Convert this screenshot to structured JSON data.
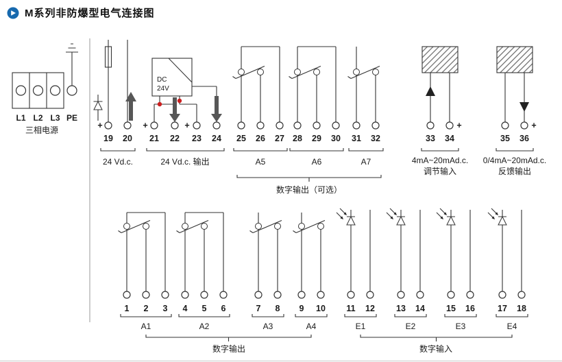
{
  "title": "M系列非防爆型电气连接图",
  "symbols": {
    "plus": "+"
  },
  "power": {
    "terminals": [
      "L1",
      "L2",
      "L3",
      "PE"
    ],
    "caption": "三相电源"
  },
  "dc_box": {
    "line1": "DC",
    "line2": "24V"
  },
  "top_row": {
    "terminals": [
      "19",
      "20",
      "21",
      "22",
      "23",
      "24",
      "25",
      "26",
      "27",
      "28",
      "29",
      "30",
      "31",
      "32",
      "33",
      "34",
      "35",
      "36"
    ],
    "groups": [
      {
        "label": "24 Vd.c."
      },
      {
        "label": "24 Vd.c. 输出"
      },
      {
        "label": "A5"
      },
      {
        "label": "A6"
      },
      {
        "label": "A7"
      },
      {
        "label": "4mA~20mAd.c.",
        "sublabel": "调节输入"
      },
      {
        "label": "0/4mA~20mAd.c.",
        "sublabel": "反馈输出"
      }
    ]
  },
  "bottom_row": {
    "terminals": [
      "1",
      "2",
      "3",
      "4",
      "5",
      "6",
      "7",
      "8",
      "9",
      "10",
      "11",
      "12",
      "13",
      "14",
      "15",
      "16",
      "17",
      "18"
    ],
    "groups": [
      "A1",
      "A2",
      "A3",
      "A4",
      "E1",
      "E2",
      "E3",
      "E4"
    ]
  },
  "section_labels": {
    "optional_output": "数字输出（可选）",
    "digital_output": "数字输出",
    "digital_input": "数字输入"
  },
  "colors": {
    "accent_blue": "#1769ae",
    "junction_red": "#cc1f1f",
    "arrow_gray": "#575757",
    "line_dark": "#222222"
  }
}
